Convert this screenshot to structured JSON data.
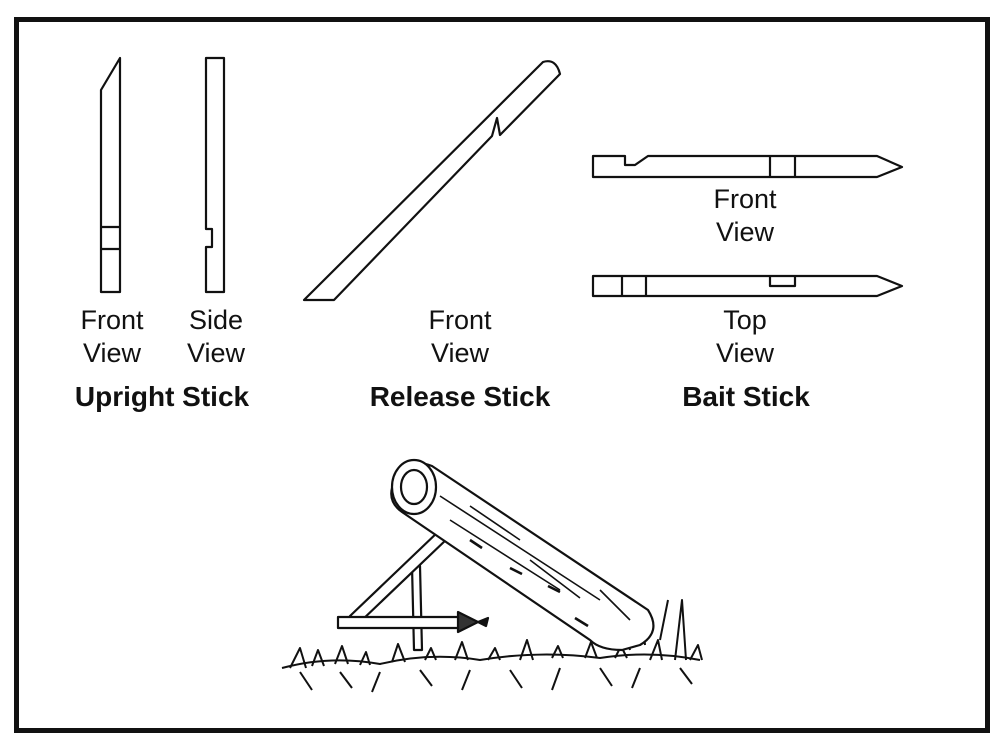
{
  "upright_stick": {
    "front_view_line1": "Front",
    "front_view_line2": "View",
    "side_view_line1": "Side",
    "side_view_line2": "View",
    "title": "Upright Stick"
  },
  "release_stick": {
    "front_view_line1": "Front",
    "front_view_line2": "View",
    "title": "Release Stick"
  },
  "bait_stick": {
    "front_view_line1": "Front",
    "front_view_line2": "View",
    "top_view_line1": "Top",
    "top_view_line2": "View",
    "title": "Bait Stick"
  },
  "illustration": "deadfall-trap-icon"
}
